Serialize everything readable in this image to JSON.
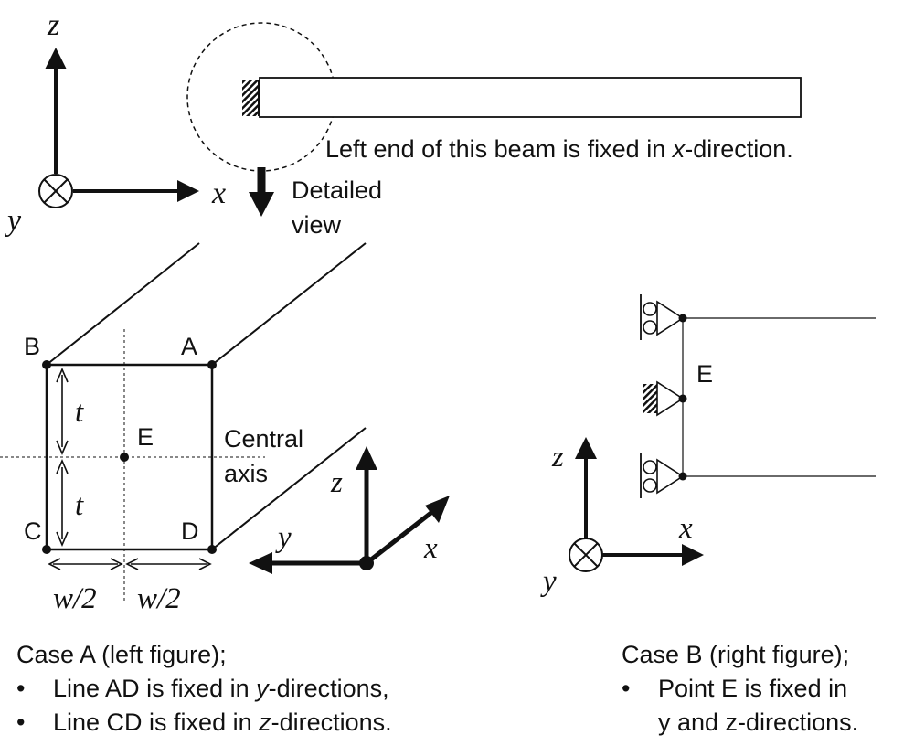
{
  "axis_labels": {
    "x": "x",
    "y": "y",
    "z": "z"
  },
  "beam_note": {
    "before": "Left end of this beam is fixed in ",
    "axis": "x",
    "after": "-direction."
  },
  "detailed_view": {
    "line1": "Detailed",
    "line2": "view"
  },
  "points": {
    "A": "A",
    "B": "B",
    "C": "C",
    "D": "D",
    "E": "E"
  },
  "dimensions": {
    "t": "t",
    "half_width": "w/2"
  },
  "central_axis": {
    "line1": "Central",
    "line2": "axis"
  },
  "case_a": {
    "title": "Case A (left figure);",
    "bullet": "•",
    "item1": {
      "before": "Line AD is fixed in ",
      "axis": "y",
      "after": "-directions,"
    },
    "item2": {
      "before": "Line CD is fixed in ",
      "axis": "z",
      "after": "-directions."
    }
  },
  "case_b": {
    "title": "Case B (right figure);",
    "bullet": "•",
    "item1": "Point E is fixed in",
    "item2": "y and z-directions."
  }
}
